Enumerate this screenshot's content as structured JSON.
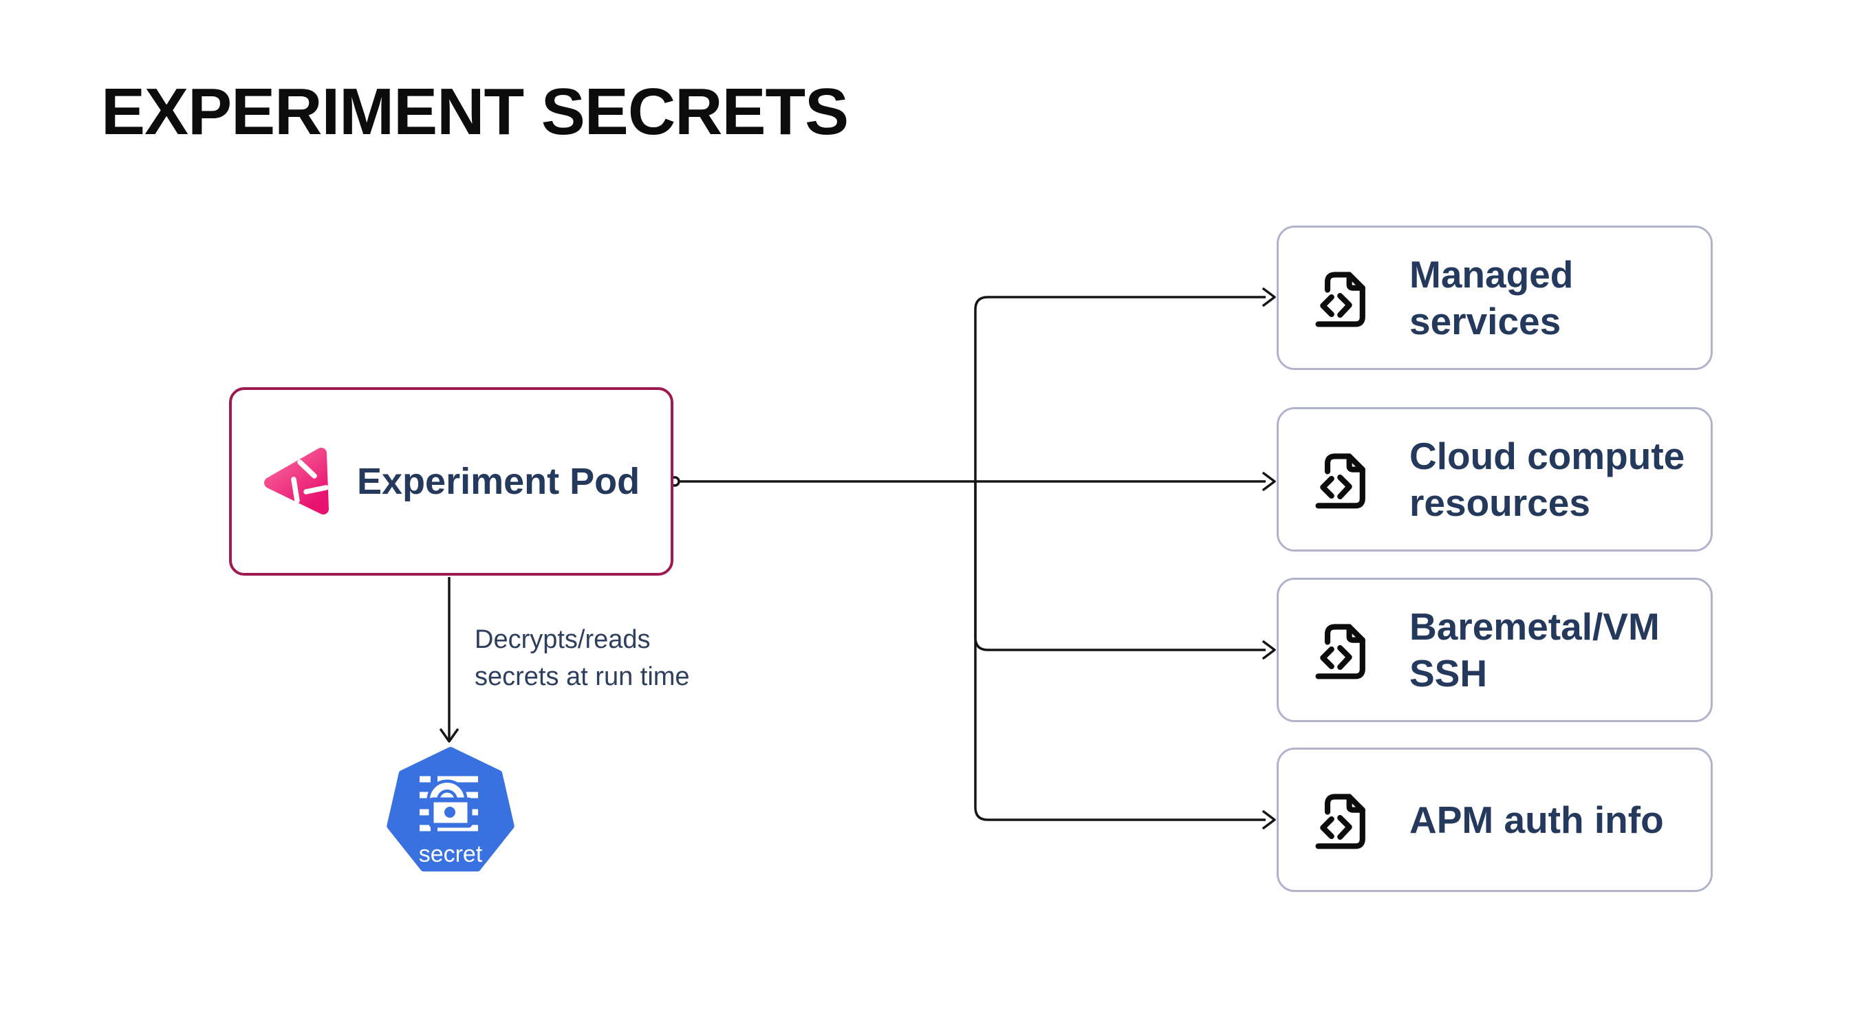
{
  "title": "EXPERIMENT SECRETS",
  "pod": {
    "label": "Experiment Pod"
  },
  "secret_flow": {
    "annotation": "Decrypts/reads\nsecrets at run time",
    "secret_label": "secret"
  },
  "targets": [
    {
      "label": "Managed\nservices"
    },
    {
      "label": "Cloud compute\nresources"
    },
    {
      "label": "Baremetal/VM\nSSH"
    },
    {
      "label": "APM auth info"
    }
  ],
  "icons": {
    "pod": "experiment-pod-logo-icon",
    "secret": "kubernetes-secret-icon",
    "target": "file-code-icon"
  },
  "colors": {
    "title": "#0c0c0c",
    "navy": "#24395c",
    "annotation": "#2e3f5e",
    "line": "#151515",
    "pod_border": "#9c1a50",
    "box_border": "#b1b2cc",
    "pink_light": "#f9699e",
    "accent_pink": "#e8126f",
    "k8s_blue": "#3a71e1"
  }
}
